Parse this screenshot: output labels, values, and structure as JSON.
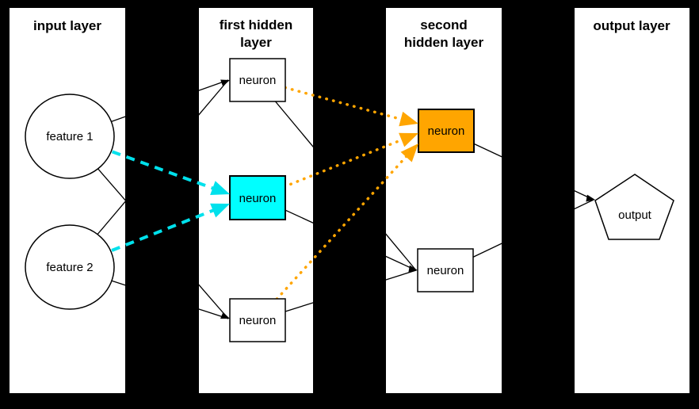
{
  "colors": {
    "background": "#000000",
    "panel": "#ffffff",
    "node_fill": "#ffffff",
    "border": "#000000",
    "black_edge": "#000000",
    "cyan_fill": "#00ffff",
    "cyan_edge": "#00e1ec",
    "orange_fill": "#ffa500",
    "orange_edge": "#ffa500",
    "label": "#000000"
  },
  "layers": [
    {
      "name": "input layer",
      "title": [
        "input layer",
        ""
      ]
    },
    {
      "name": "first hidden layer",
      "title": [
        "first hidden",
        "layer"
      ]
    },
    {
      "name": "second hidden layer",
      "title": [
        "second",
        "hidden layer"
      ]
    },
    {
      "name": "output layer",
      "title": [
        "output layer",
        ""
      ]
    }
  ],
  "nodes": {
    "feature1": {
      "label": "feature 1",
      "shape": "circle"
    },
    "feature2": {
      "label": "feature 2",
      "shape": "circle"
    },
    "h1_top": {
      "label": "neuron",
      "shape": "rect",
      "fill": "white"
    },
    "h1_mid": {
      "label": "neuron",
      "shape": "rect",
      "fill": "cyan"
    },
    "h1_bot": {
      "label": "neuron",
      "shape": "rect",
      "fill": "white"
    },
    "h2_top": {
      "label": "neuron",
      "shape": "rect",
      "fill": "orange"
    },
    "h2_bot": {
      "label": "neuron",
      "shape": "rect",
      "fill": "white"
    },
    "output": {
      "label": "output",
      "shape": "pentagon",
      "fill": "white"
    }
  },
  "edges": [
    {
      "from": "feature 1",
      "to": "first hidden layer top neuron",
      "style": "solid black arrow"
    },
    {
      "from": "feature 2",
      "to": "first hidden layer top neuron",
      "style": "solid black arrow"
    },
    {
      "from": "feature 1",
      "to": "first hidden layer middle neuron",
      "style": "dashed cyan arrow"
    },
    {
      "from": "feature 2",
      "to": "first hidden layer middle neuron",
      "style": "dashed cyan arrow"
    },
    {
      "from": "feature 1",
      "to": "first hidden layer bottom neuron",
      "style": "solid black arrow"
    },
    {
      "from": "feature 2",
      "to": "first hidden layer bottom neuron",
      "style": "solid black arrow"
    },
    {
      "from": "first hidden layer top neuron",
      "to": "second hidden layer top neuron",
      "style": "dotted orange arrow"
    },
    {
      "from": "first hidden layer middle neuron",
      "to": "second hidden layer top neuron",
      "style": "dotted orange arrow"
    },
    {
      "from": "first hidden layer bottom neuron",
      "to": "second hidden layer top neuron",
      "style": "dotted orange arrow"
    },
    {
      "from": "first hidden layer top neuron",
      "to": "second hidden layer bottom neuron",
      "style": "solid black arrow"
    },
    {
      "from": "first hidden layer middle neuron",
      "to": "second hidden layer bottom neuron",
      "style": "solid black arrow"
    },
    {
      "from": "first hidden layer bottom neuron",
      "to": "second hidden layer bottom neuron",
      "style": "solid black arrow"
    },
    {
      "from": "second hidden layer top neuron",
      "to": "output",
      "style": "solid black arrow"
    },
    {
      "from": "second hidden layer bottom neuron",
      "to": "output",
      "style": "solid black arrow"
    }
  ]
}
